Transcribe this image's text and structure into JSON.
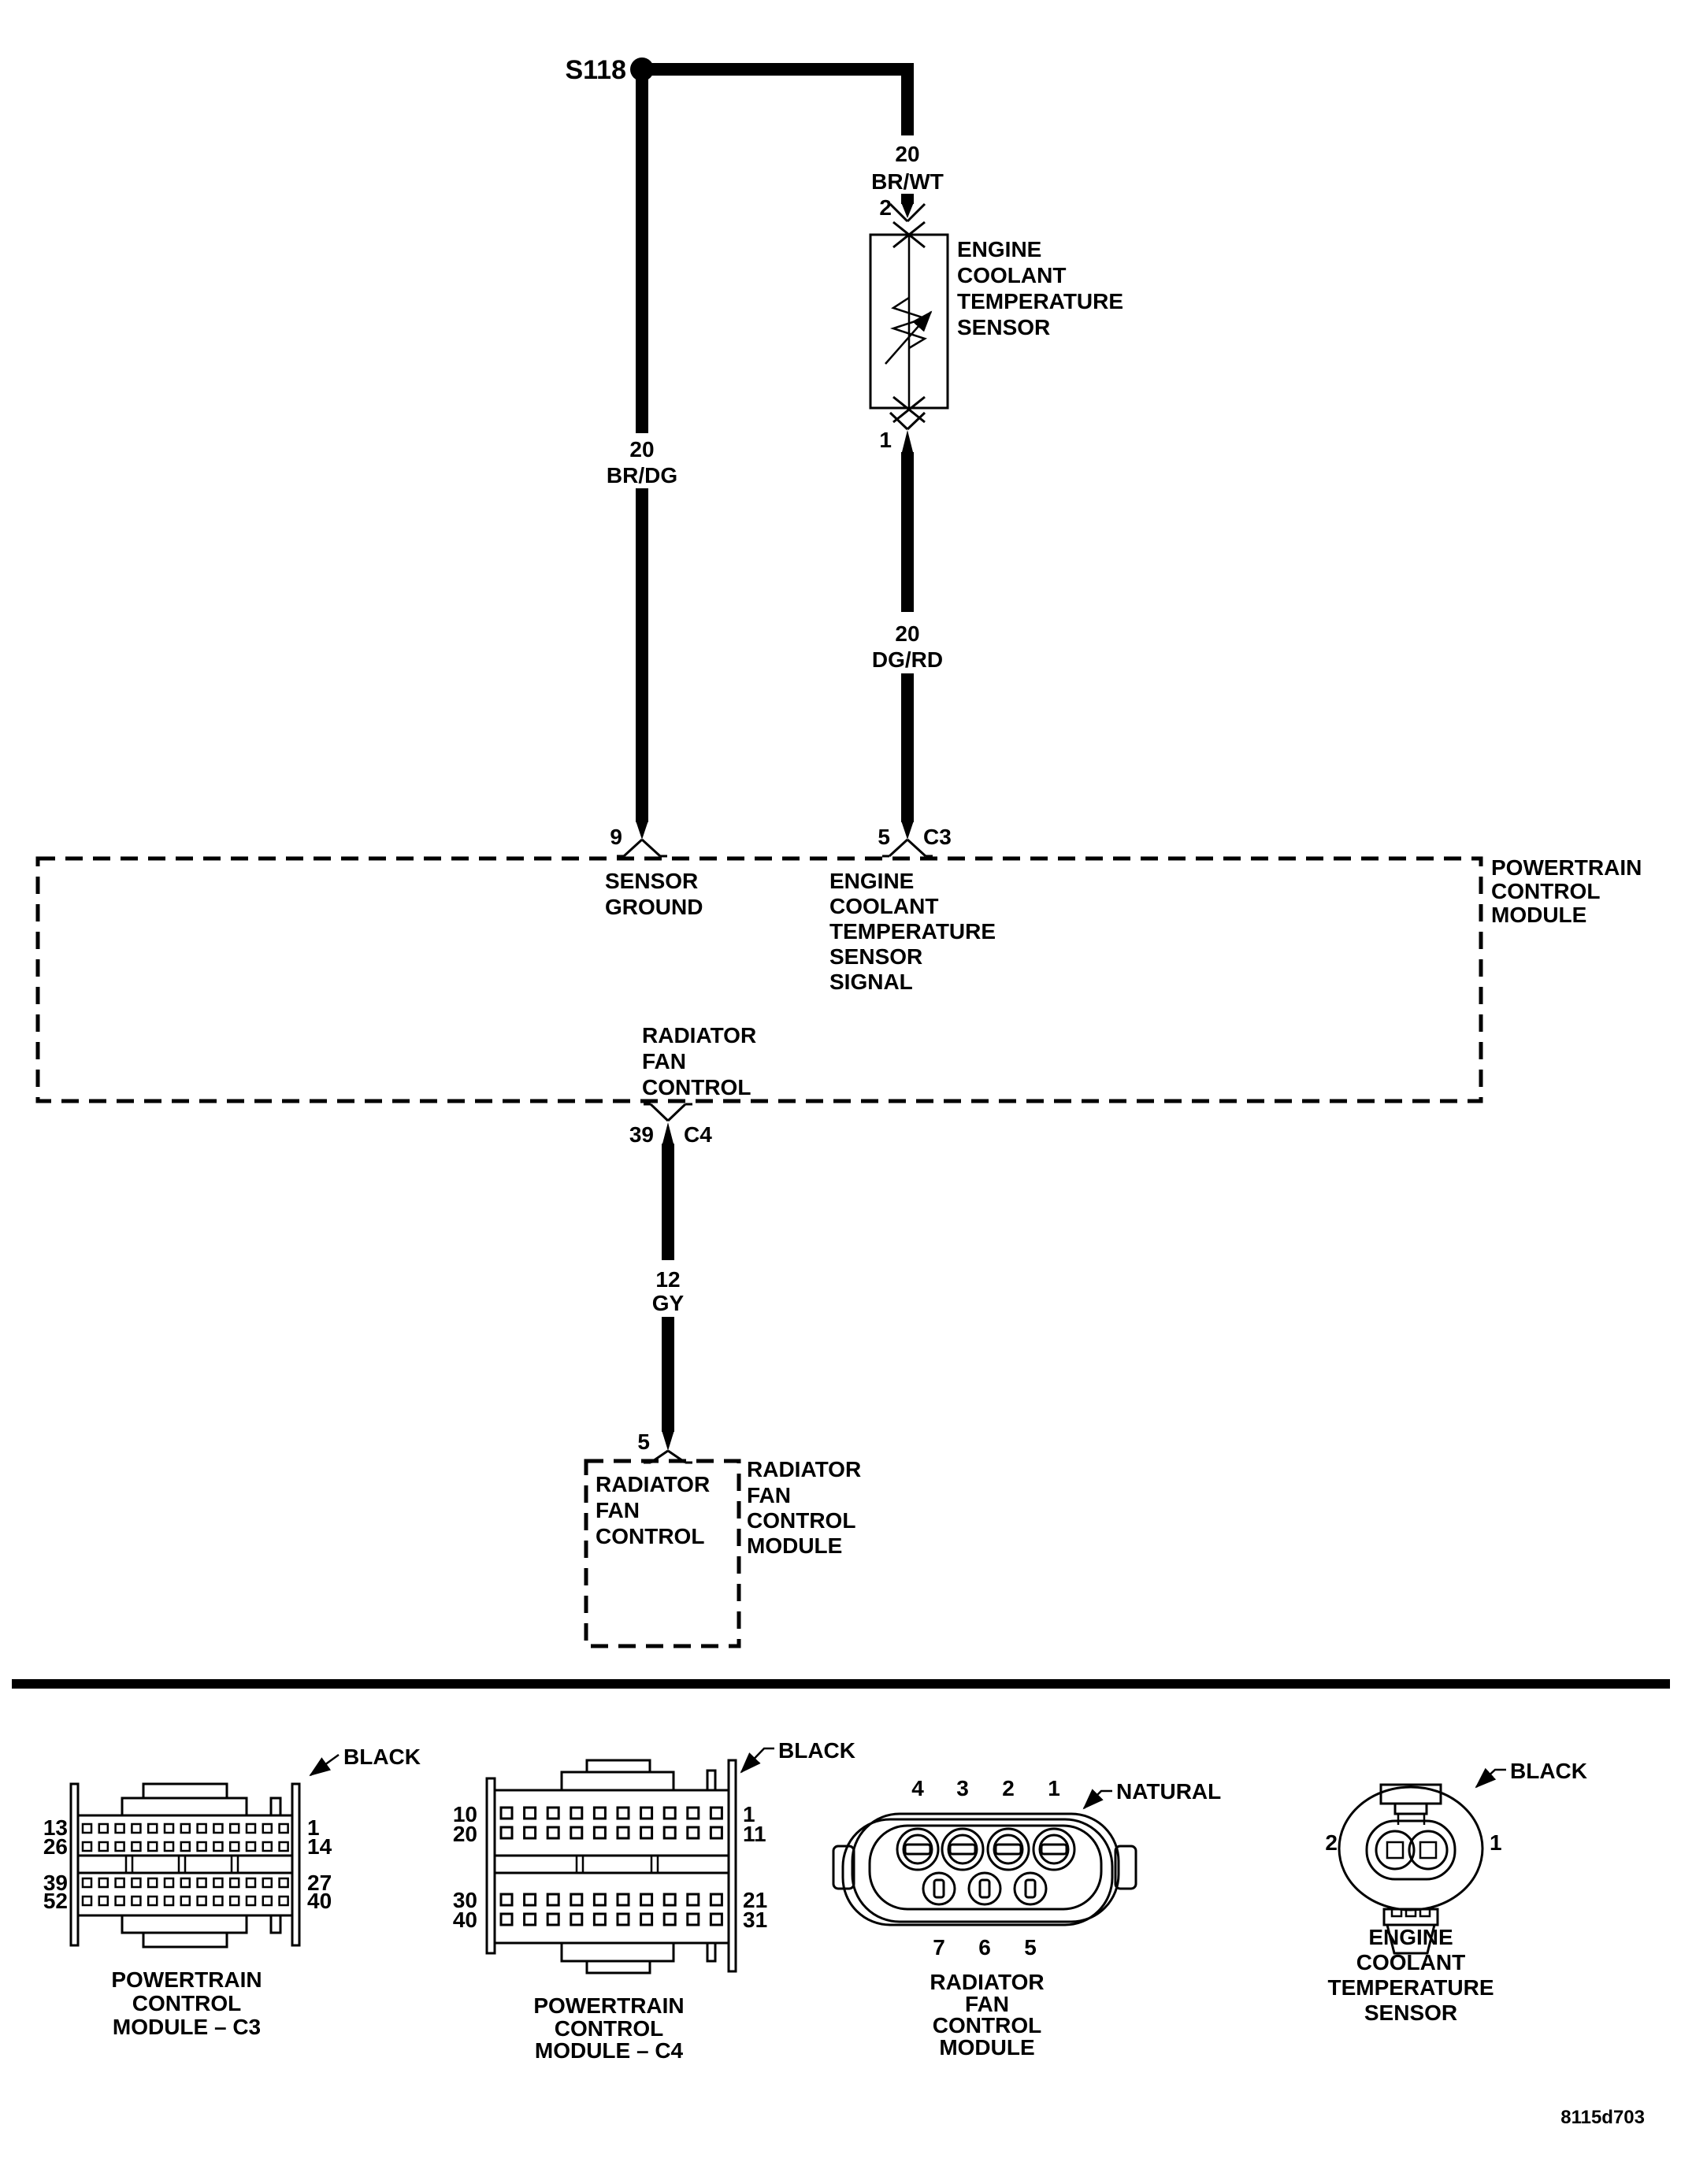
{
  "colors": {
    "ink": "#000000",
    "paper": "#ffffff"
  },
  "footer_id": "8115d703",
  "schematic": {
    "splice_label": "S118",
    "wires": {
      "br_wt": {
        "gauge": "20",
        "color_code": "BR/WT"
      },
      "br_dg": {
        "gauge": "20",
        "color_code": "BR/DG"
      },
      "dg_rd": {
        "gauge": "20",
        "color_code": "DG/RD"
      },
      "gy": {
        "gauge": "12",
        "color_code": "GY"
      }
    },
    "ect_sensor": {
      "pin_top": "2",
      "pin_bottom": "1",
      "label": [
        "ENGINE",
        "COOLANT",
        "TEMPERATURE",
        "SENSOR"
      ]
    },
    "pcm": {
      "pin_ground": "9",
      "pin_signal": "5",
      "connector_in": "C3",
      "pin_fan": "39",
      "connector_out": "C4",
      "ground_label": [
        "SENSOR",
        "GROUND"
      ],
      "signal_label": [
        "ENGINE",
        "COOLANT",
        "TEMPERATURE",
        "SENSOR",
        "SIGNAL"
      ],
      "fan_label": [
        "RADIATOR",
        "FAN",
        "CONTROL"
      ],
      "module_label": [
        "POWERTRAIN",
        "CONTROL",
        "MODULE"
      ]
    },
    "rfcm": {
      "pin": "5",
      "function_label": [
        "RADIATOR",
        "FAN",
        "CONTROL"
      ],
      "module_label": [
        "RADIATOR",
        "FAN",
        "CONTROL",
        "MODULE"
      ]
    }
  },
  "connector_views": {
    "pcm_c3": {
      "color": "BLACK",
      "left_pins": [
        "13",
        "26",
        "39",
        "52"
      ],
      "right_pins": [
        "1",
        "14",
        "27",
        "40"
      ],
      "caption": [
        "POWERTRAIN",
        "CONTROL",
        "MODULE – C3"
      ]
    },
    "pcm_c4": {
      "color": "BLACK",
      "left_pins": [
        "10",
        "20",
        "30",
        "40"
      ],
      "right_pins": [
        "1",
        "11",
        "21",
        "31"
      ],
      "caption": [
        "POWERTRAIN",
        "CONTROL",
        "MODULE – C4"
      ]
    },
    "rfcm": {
      "color": "NATURAL",
      "top_pins": [
        "4",
        "3",
        "2",
        "1"
      ],
      "bottom_pins": [
        "7",
        "6",
        "5"
      ],
      "caption": [
        "RADIATOR",
        "FAN",
        "CONTROL",
        "MODULE"
      ]
    },
    "ect": {
      "color": "BLACK",
      "left_pin": "2",
      "right_pin": "1",
      "caption": [
        "ENGINE",
        "COOLANT",
        "TEMPERATURE",
        "SENSOR"
      ]
    }
  }
}
